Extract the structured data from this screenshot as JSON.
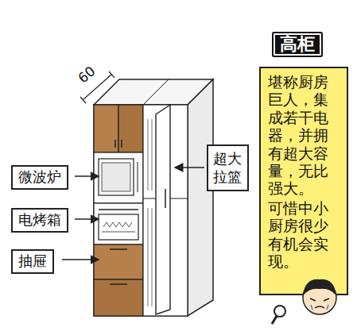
{
  "diagram": {
    "nodes": [
      {
        "text": [
          "高柜"
        ]
      },
      {
        "text": [
          "堪称厨房巨人，集成若干电器，并拥有超大容量，无比强大。",
          "可惜中小厨房很少有机会实现。"
        ]
      },
      {
        "text": [
          "微波炉"
        ]
      },
      {
        "text": [
          "电烤箱"
        ]
      },
      {
        "text": [
          "抽屉"
        ]
      },
      {
        "text": [
          "超大拉篮"
        ]
      }
    ],
    "labels": [
      "60"
    ]
  }
}
